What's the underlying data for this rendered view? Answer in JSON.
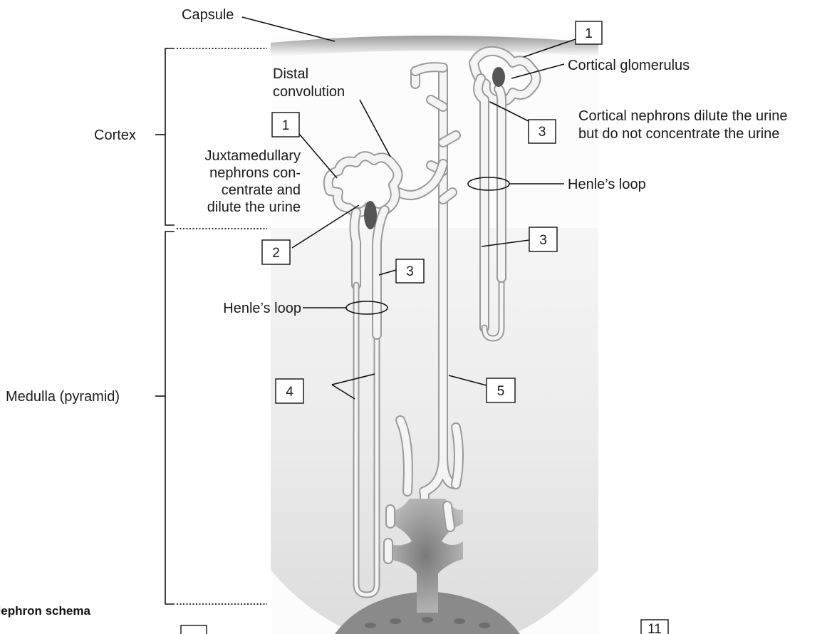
{
  "title": "Nephron schema",
  "labels": {
    "capsule": "Capsule",
    "cortex": "Cortex",
    "medulla": "Medulla (pyramid)",
    "distal_line1": "Distal",
    "distal_line2": "convolution",
    "cortical_glomerulus": "Cortical glomerulus",
    "cortical_nephrons_line1": "Cortical nephrons dilute the urine",
    "cortical_nephrons_line2": "but do not concentrate the urine",
    "juxta_line1": "Juxtamedullary",
    "juxta_line2": "nephrons con-",
    "juxta_line3": "centrate and",
    "juxta_line4": "dilute the urine",
    "henle_loop_right": "Henle’s loop",
    "henle_loop_left": "Henle’s loop"
  },
  "callouts": {
    "c1_top": "1",
    "c1_left": "1",
    "c2": "2",
    "c3_top": "3",
    "c3_right": "3",
    "c3_left": "3",
    "c4": "4",
    "c5": "5",
    "c11": "11"
  }
}
